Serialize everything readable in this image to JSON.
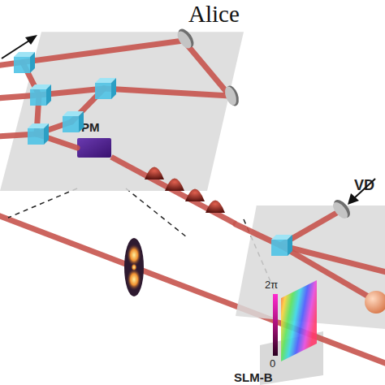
{
  "diagram": {
    "nodes": [
      {
        "text": [
          "Alice"
        ]
      },
      {
        "text": [
          "PM"
        ],
        "in": 0
      },
      {
        "text": [
          "VD"
        ]
      },
      {
        "text": [
          "SLM-B"
        ]
      }
    ],
    "edges": [
      {
        "from": 1,
        "to": 2,
        "arrow": "none"
      }
    ],
    "labels": [
      "2π",
      "0"
    ]
  }
}
